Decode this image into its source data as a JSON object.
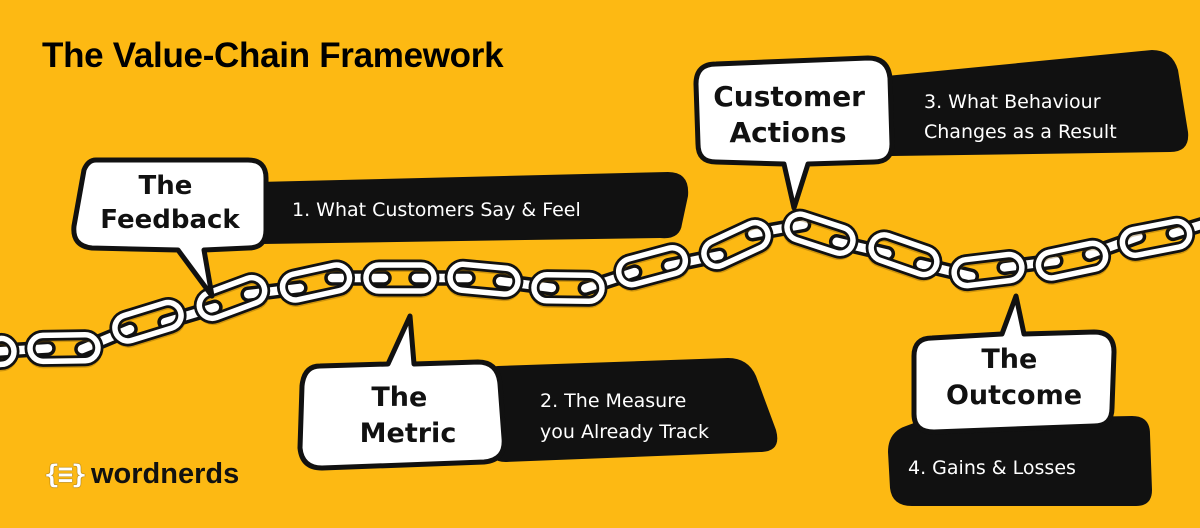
{
  "title": "The Value-Chain Framework",
  "nodes": [
    {
      "bubble": [
        "The",
        "Feedback"
      ],
      "label": [
        "1.  What Customers Say & Feel"
      ]
    },
    {
      "bubble": [
        "The",
        "Metric"
      ],
      "label": [
        "2. The Measure",
        "you Already Track"
      ]
    },
    {
      "bubble": [
        "Customer",
        "Actions"
      ],
      "label": [
        "3. What Behaviour",
        "Changes as a Result"
      ]
    },
    {
      "bubble": [
        "The",
        "Outcome"
      ],
      "label": [
        "4. Gains & Losses"
      ]
    }
  ],
  "logo": {
    "mark": "{≡}",
    "name": "wordnerds"
  },
  "colors": {
    "background": "#FDB913",
    "ink": "#111111",
    "paper": "#FFFFFF"
  }
}
